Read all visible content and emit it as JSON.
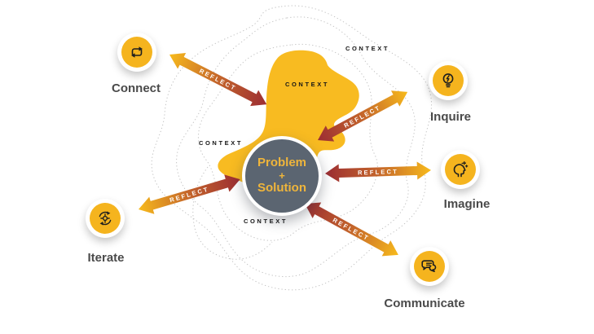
{
  "diagram": {
    "center_node": {
      "lines": [
        "Problem",
        "+",
        "Solution"
      ]
    },
    "arrow_label": "REFLECT",
    "context_labels": [
      "CONTEXT",
      "CONTEXT",
      "CONTEXT",
      "CONTEXT"
    ],
    "nodes": [
      {
        "label": "Connect",
        "icon": "swap-arrows-icon"
      },
      {
        "label": "Inquire",
        "icon": "lightbulb-bolt-icon"
      },
      {
        "label": "Imagine",
        "icon": "head-sparkles-icon"
      },
      {
        "label": "Iterate",
        "icon": "cycle-gear-icon"
      },
      {
        "label": "Communicate",
        "icon": "speech-bubbles-icon"
      }
    ],
    "colors": {
      "blob_yellow": "#F8BB21",
      "icon_yellow": "#F5B41E",
      "arrow_red": "#9C2D33",
      "arrow_yellow": "#F7BA1C",
      "center_gray": "#5B6571",
      "label_gray": "#4A4A4A"
    }
  }
}
